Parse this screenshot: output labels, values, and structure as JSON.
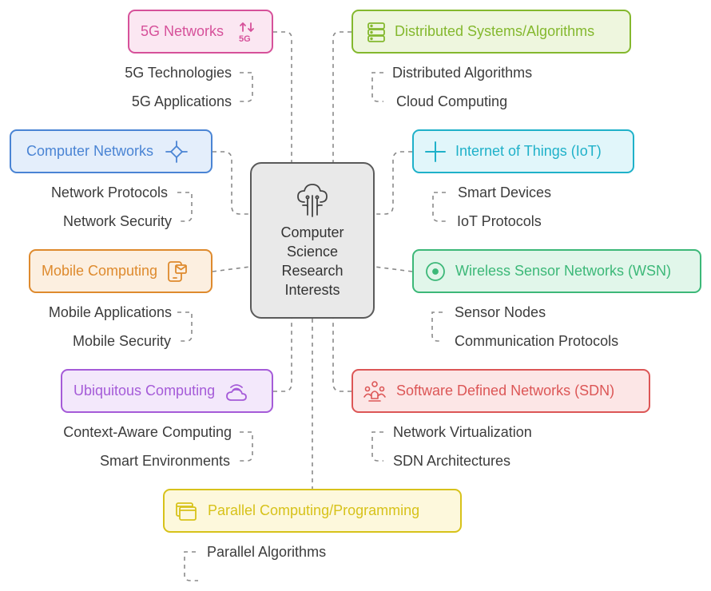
{
  "center": {
    "title": "Computer\nScience\nResearch\nInterests",
    "icon": "cloud-circuit-icon"
  },
  "topics": {
    "fiveg": {
      "label": "5G Networks",
      "icon": "5g-signal-icon",
      "icon_text": "5G",
      "color": "#d6519a",
      "bg": "#fbe7f2",
      "subtopics": [
        "5G Technologies",
        "5G Applications"
      ]
    },
    "distributed": {
      "label": "Distributed Systems/Algorithms",
      "icon": "server-stack-icon",
      "color": "#84b82e",
      "bg": "#eef6de",
      "subtopics": [
        "Distributed Algorithms",
        "Cloud Computing"
      ]
    },
    "computer_networks": {
      "label": "Computer Networks",
      "icon": "network-node-icon",
      "color": "#4a84d4",
      "bg": "#e4eefb",
      "subtopics": [
        "Network Protocols",
        "Network Security"
      ]
    },
    "iot": {
      "label": "Internet of Things (IoT)",
      "icon": "plus-cross-icon",
      "color": "#1fb1c9",
      "bg": "#e1f6fa",
      "subtopics": [
        "Smart Devices",
        "IoT Protocols"
      ]
    },
    "mobile": {
      "label": "Mobile Computing",
      "icon": "mobile-message-icon",
      "color": "#de8a2d",
      "bg": "#fcefe0",
      "subtopics": [
        "Mobile Applications",
        "Mobile Security"
      ]
    },
    "wsn": {
      "label": "Wireless Sensor Networks (WSN)",
      "icon": "sensor-target-icon",
      "color": "#3cb878",
      "bg": "#e1f6ea",
      "subtopics": [
        "Sensor Nodes",
        "Communication Protocols"
      ]
    },
    "ubiquitous": {
      "label": "Ubiquitous Computing",
      "icon": "cloud-wifi-icon",
      "color": "#a55bd8",
      "bg": "#f3e8fb",
      "subtopics": [
        "Context-Aware Computing",
        "Smart Environments"
      ]
    },
    "sdn": {
      "label": "Software Defined Networks (SDN)",
      "icon": "people-network-icon",
      "color": "#dc5656",
      "bg": "#fce6e6",
      "subtopics": [
        "Network Virtualization",
        "SDN Architectures"
      ]
    },
    "parallel": {
      "label": "Parallel Computing/Programming",
      "icon": "stacked-windows-icon",
      "color": "#d7c21a",
      "bg": "#fdf8dc",
      "subtopics": [
        "Parallel Algorithms"
      ]
    }
  },
  "colors": {
    "connector": "#8a8a8a",
    "center_border": "#5a5a5a",
    "center_bg": "#e9e9e9",
    "subtopic_text": "#3c3c3c"
  }
}
